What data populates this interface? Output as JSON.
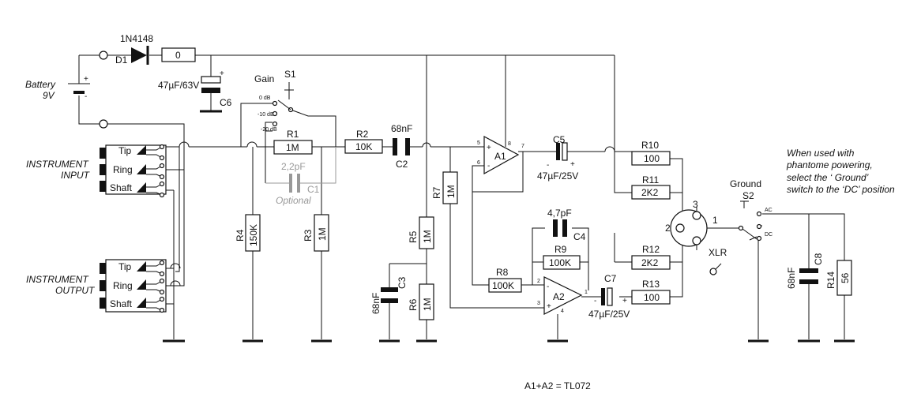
{
  "battery": {
    "label": "Battery",
    "voltage": "9V",
    "plus": "+",
    "minus": "-"
  },
  "diode": {
    "part": "1N4148",
    "ref": "D1"
  },
  "fuse": {
    "value": "0"
  },
  "c6": {
    "value": "47µF/63V",
    "ref": "C6",
    "plus": "+"
  },
  "switch_s1": {
    "title": "Gain",
    "ref": "S1",
    "pos0": "0 dB",
    "pos1": "-10 dB",
    "pos2": "-20 dB"
  },
  "r1": {
    "ref": "R1",
    "value": "1M"
  },
  "c1": {
    "value": "2,2pF",
    "ref": "C1",
    "note": "Optional"
  },
  "r2": {
    "ref": "R2",
    "value": "10K"
  },
  "c2": {
    "value": "68nF",
    "ref": "C2"
  },
  "r3": {
    "ref": "R3",
    "value": "1M"
  },
  "r4": {
    "ref": "R4",
    "value": "150K"
  },
  "r5": {
    "ref": "R5",
    "value": "1M"
  },
  "r6": {
    "ref": "R6",
    "value": "1M"
  },
  "r7": {
    "ref": "R7",
    "value": "1M"
  },
  "c3": {
    "value": "68nF",
    "ref": "C3"
  },
  "a1": {
    "ref": "A1",
    "pin5": "5",
    "pin6": "6",
    "pin7": "7",
    "pin8": "8",
    "plus": "+",
    "minus": "-"
  },
  "a2": {
    "ref": "A2",
    "pin1": "1",
    "pin2": "2",
    "pin3": "3",
    "pin4": "4",
    "plus": "+",
    "minus": "-"
  },
  "c5": {
    "ref": "C5",
    "value": "47µF/25V",
    "minus": "-",
    "plus": "+"
  },
  "c4": {
    "value": "4,7pF",
    "ref": "C4"
  },
  "r9": {
    "ref": "R9",
    "value": "100K"
  },
  "r8": {
    "ref": "R8",
    "value": "100K"
  },
  "c7": {
    "ref": "C7",
    "value": "47µF/25V",
    "minus": "-",
    "plus": "+"
  },
  "r10": {
    "ref": "R10",
    "value": "100"
  },
  "r11": {
    "ref": "R11",
    "value": "2K2"
  },
  "r12": {
    "ref": "R12",
    "value": "2K2"
  },
  "r13": {
    "ref": "R13",
    "value": "100"
  },
  "xlr": {
    "label": "XLR",
    "pin1": "1",
    "pin2": "2",
    "pin3": "3"
  },
  "ground_switch": {
    "title": "Ground",
    "ref": "S2",
    "ac": "AC",
    "dc": "DC"
  },
  "c8": {
    "value": "68nF",
    "ref": "C8"
  },
  "r14": {
    "ref": "R14",
    "value": "56"
  },
  "input_jack": {
    "title_line1": "INSTRUMENT",
    "title_line2": "INPUT",
    "tip": "Tip",
    "ring": "Ring",
    "shaft": "Shaft"
  },
  "output_jack": {
    "title_line1": "INSTRUMENT",
    "title_line2": "OUTPUT",
    "tip": "Tip",
    "ring": "Ring",
    "shaft": "Shaft"
  },
  "note": {
    "line1": "When used with",
    "line2": "phantome powering,",
    "line3": "select the ‘ Ground’",
    "line4": "switch to the ‘DC’ position"
  },
  "footer": {
    "text": "A1+A2 = TL072"
  }
}
